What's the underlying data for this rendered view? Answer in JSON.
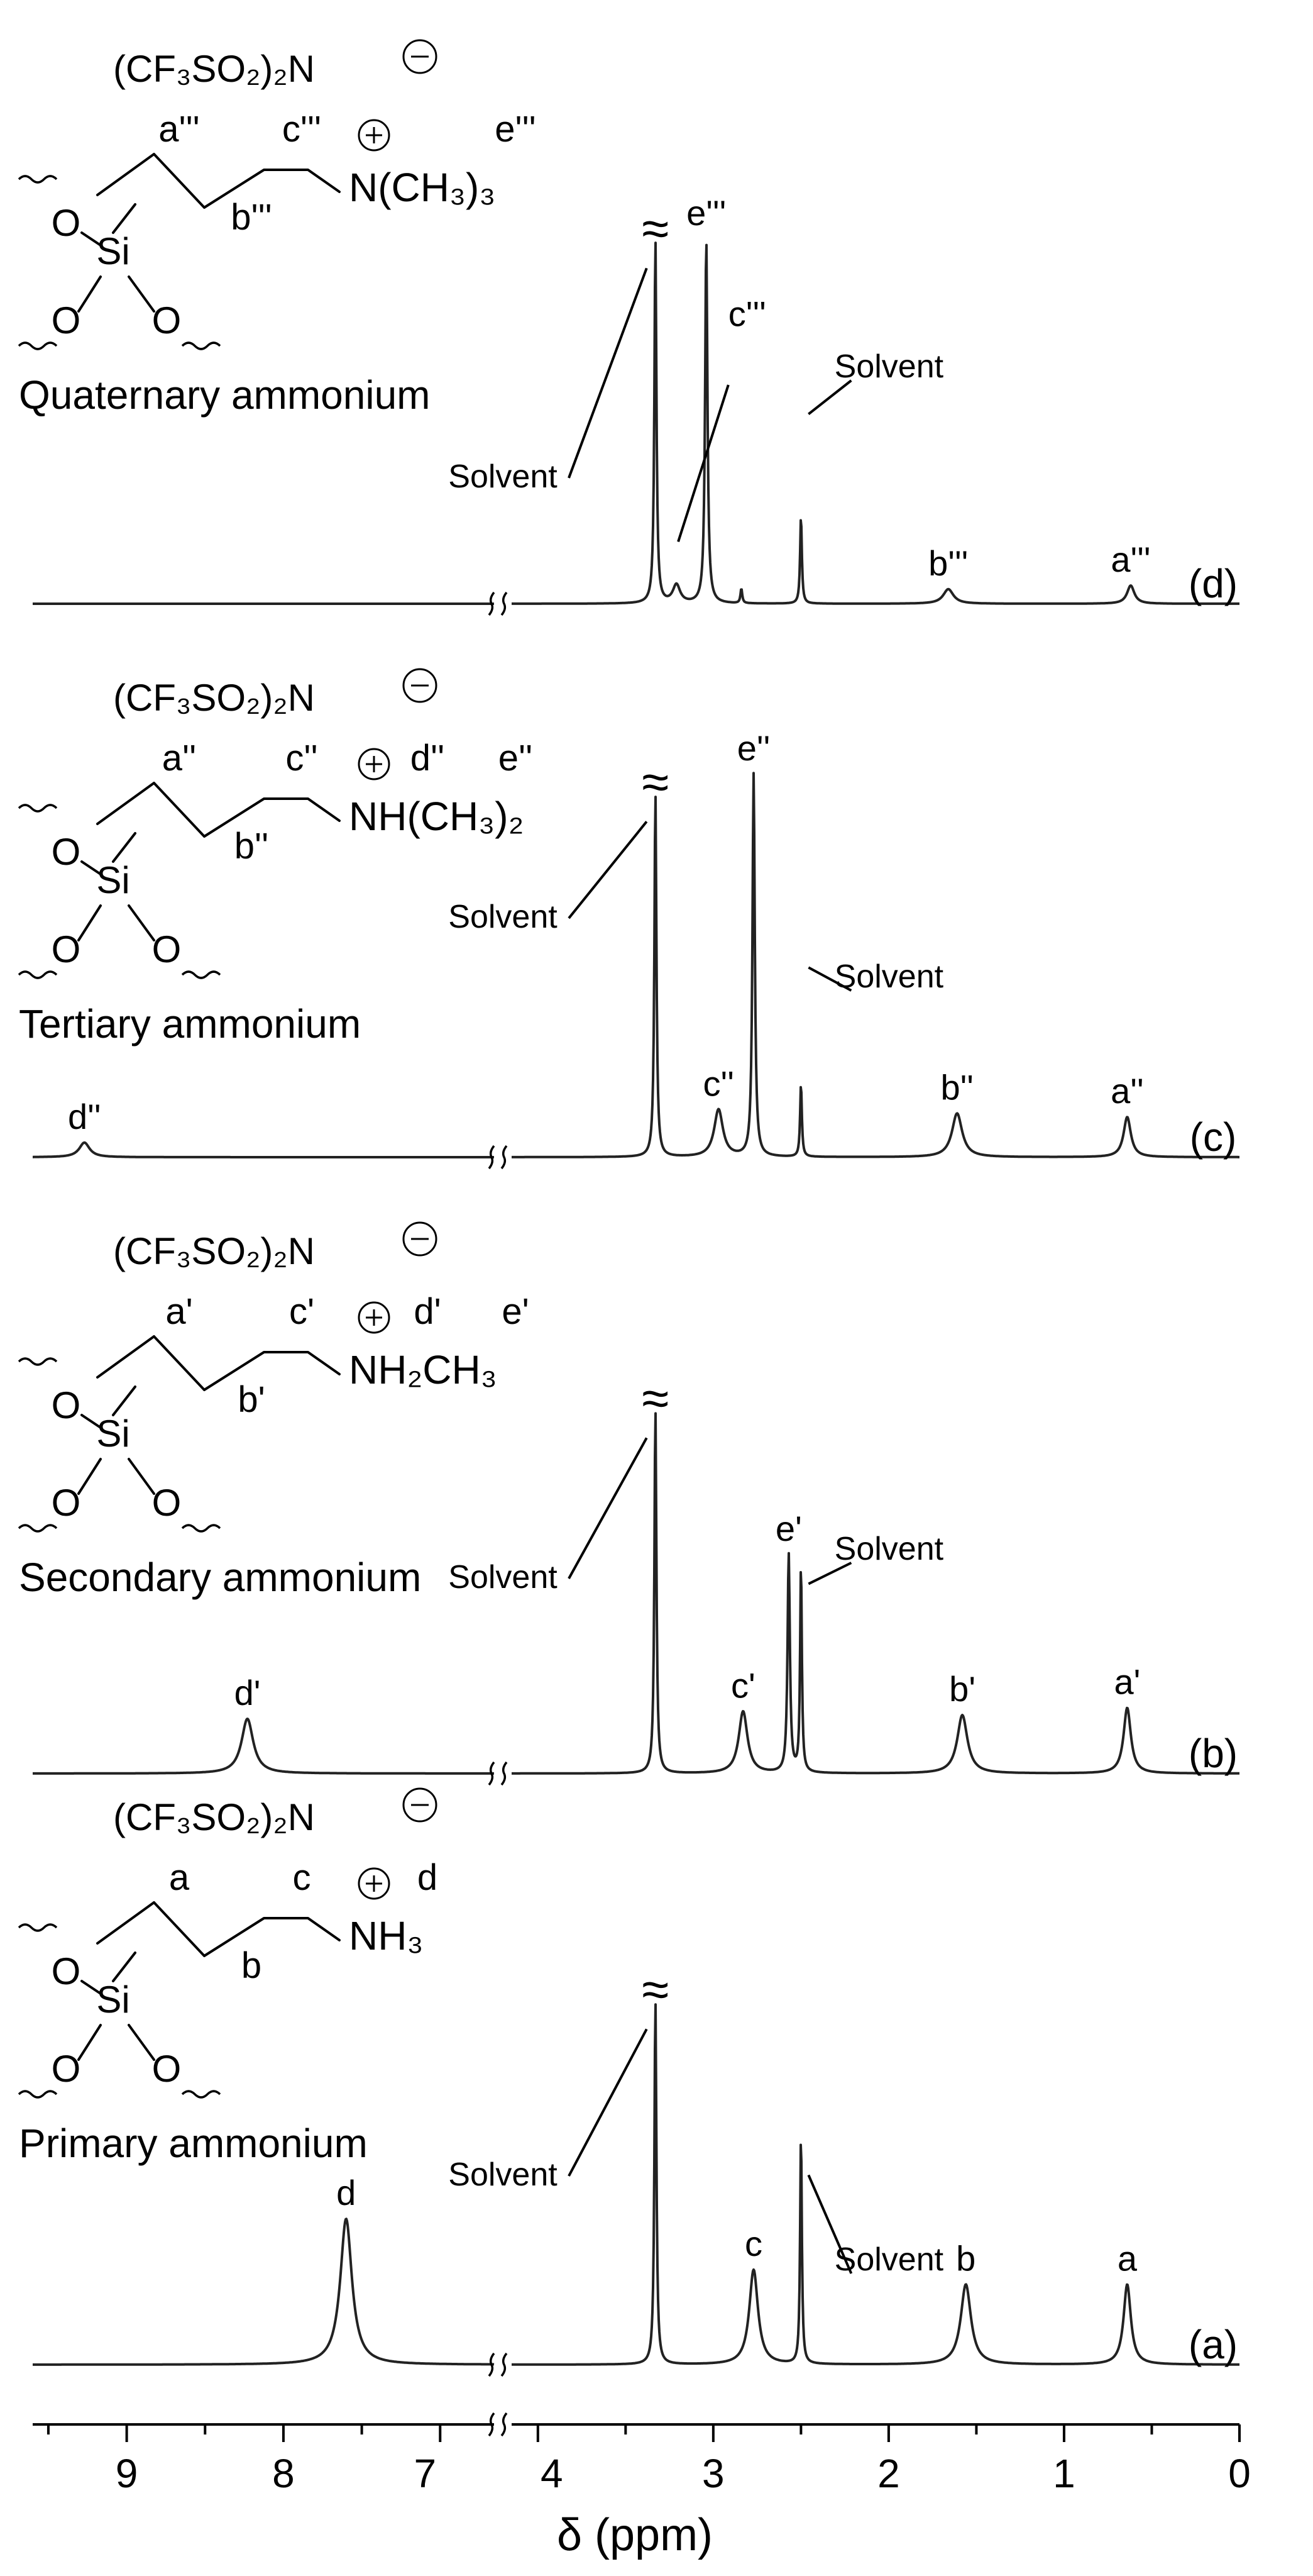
{
  "chart_data": {
    "type": "line",
    "title": "",
    "xlabel": "δ (ppm)",
    "ylabel": "",
    "axis_break": {
      "from": 6.6,
      "to": 4.2
    },
    "xlim_left_segment": [
      9.6,
      6.6
    ],
    "xlim_right_segment": [
      4.2,
      0.0
    ],
    "x_ticks": [
      "9",
      "8",
      "7",
      "4",
      "3",
      "2",
      "1",
      "0"
    ],
    "offscale_symbol": "≈",
    "series": [
      {
        "name": "(a)",
        "structure": {
          "title": "Primary ammonium",
          "anion_text": "(CF₃SO₂)₂N",
          "amine_text": "NH₃",
          "labels": [
            "a",
            "b",
            "c",
            "d"
          ]
        },
        "peaks": [
          {
            "ppm": 7.6,
            "rel_height": 0.4,
            "width": 0.045,
            "label": "d"
          },
          {
            "ppm": 3.33,
            "rel_height": 1.0,
            "width": 0.007,
            "label": "≈"
          },
          {
            "ppm": 2.77,
            "rel_height": 0.26,
            "width": 0.03,
            "label": "c"
          },
          {
            "ppm": 2.5,
            "rel_height": 0.63,
            "width": 0.006,
            "label": ""
          },
          {
            "ppm": 1.56,
            "rel_height": 0.22,
            "width": 0.035,
            "label": "b"
          },
          {
            "ppm": 0.64,
            "rel_height": 0.22,
            "width": 0.025,
            "label": "a"
          }
        ],
        "solvent_labels": [
          "Solvent",
          "Solvent"
        ]
      },
      {
        "name": "(b)",
        "structure": {
          "title": "Secondary ammonium",
          "anion_text": "(CF₃SO₂)₂N",
          "amine_text": "NH₂CH₃",
          "labels": [
            "a'",
            "b'",
            "c'",
            "d'",
            "e'"
          ]
        },
        "peaks": [
          {
            "ppm": 8.23,
            "rel_height": 0.15,
            "width": 0.045,
            "label": "d'"
          },
          {
            "ppm": 3.33,
            "rel_height": 1.0,
            "width": 0.007,
            "label": "≈"
          },
          {
            "ppm": 2.83,
            "rel_height": 0.17,
            "width": 0.03,
            "label": "c'"
          },
          {
            "ppm": 2.57,
            "rel_height": 0.6,
            "width": 0.008,
            "label": "e'"
          },
          {
            "ppm": 2.5,
            "rel_height": 0.57,
            "width": 0.006,
            "label": ""
          },
          {
            "ppm": 1.58,
            "rel_height": 0.16,
            "width": 0.035,
            "label": "b'"
          },
          {
            "ppm": 0.64,
            "rel_height": 0.18,
            "width": 0.025,
            "label": "a'"
          }
        ],
        "solvent_labels": [
          "Solvent",
          "Solvent"
        ]
      },
      {
        "name": "(c)",
        "structure": {
          "title": "Tertiary ammonium",
          "anion_text": "(CF₃SO₂)₂N",
          "amine_text": "NH(CH₃)₂",
          "labels": [
            "a''",
            "b''",
            "c''",
            "d''",
            "e''"
          ]
        },
        "peaks": [
          {
            "ppm": 9.27,
            "rel_height": 0.04,
            "width": 0.04,
            "label": "d''"
          },
          {
            "ppm": 3.33,
            "rel_height": 1.0,
            "width": 0.007,
            "label": "≈"
          },
          {
            "ppm": 2.97,
            "rel_height": 0.13,
            "width": 0.03,
            "label": "c''"
          },
          {
            "ppm": 2.77,
            "rel_height": 1.05,
            "width": 0.008,
            "label": "e''"
          },
          {
            "ppm": 2.5,
            "rel_height": 0.2,
            "width": 0.006,
            "label": ""
          },
          {
            "ppm": 1.61,
            "rel_height": 0.12,
            "width": 0.035,
            "label": "b''"
          },
          {
            "ppm": 0.64,
            "rel_height": 0.11,
            "width": 0.025,
            "label": "a''"
          }
        ],
        "solvent_labels": [
          "Solvent",
          "Solvent"
        ]
      },
      {
        "name": "(d)",
        "structure": {
          "title": "Quaternary ammonium",
          "anion_text": "(CF₃SO₂)₂N",
          "amine_text": "N(CH₃)₃",
          "labels": [
            "a'''",
            "b'''",
            "c'''",
            "e'''"
          ]
        },
        "peaks": [
          {
            "ppm": 3.33,
            "rel_height": 1.0,
            "width": 0.007,
            "label": "≈"
          },
          {
            "ppm": 3.21,
            "rel_height": 0.05,
            "width": 0.025,
            "label": ""
          },
          {
            "ppm": 3.04,
            "rel_height": 1.0,
            "width": 0.008,
            "label": "e'''"
          },
          {
            "ppm": 2.84,
            "rel_height": 0.04,
            "width": 0.006,
            "label": ""
          },
          {
            "ppm": 2.5,
            "rel_height": 0.24,
            "width": 0.006,
            "label": ""
          },
          {
            "ppm": 1.66,
            "rel_height": 0.04,
            "width": 0.035,
            "label": "b'''"
          },
          {
            "ppm": 0.62,
            "rel_height": 0.05,
            "width": 0.025,
            "label": "a'''"
          }
        ],
        "labels_extra": [
          "c'''"
        ],
        "solvent_labels": [
          "Solvent",
          "Solvent"
        ]
      }
    ]
  }
}
